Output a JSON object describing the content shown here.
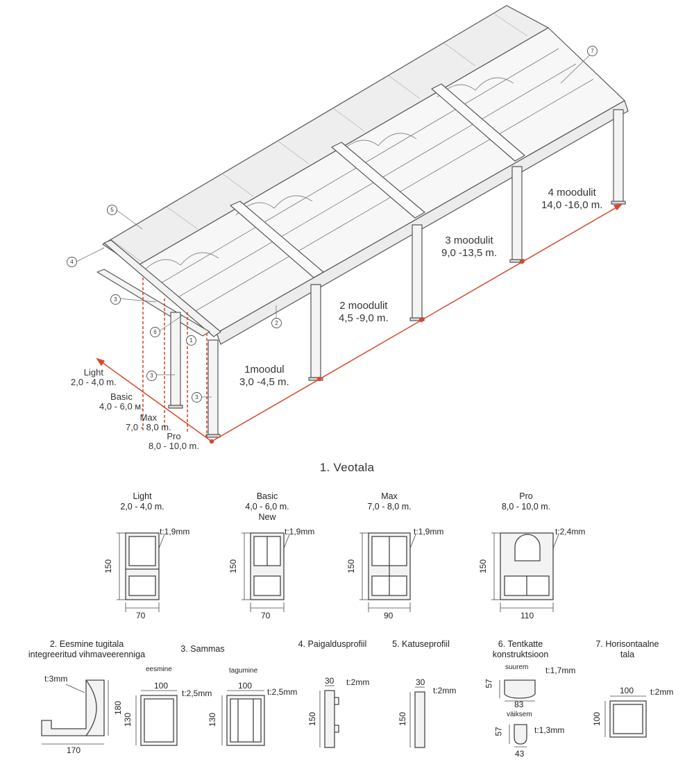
{
  "title": "1. Veotala",
  "modules": [
    {
      "name": "1moodul",
      "range": "3,0 -4,5 m."
    },
    {
      "name": "2 moodulit",
      "range": "4,5 -9,0 m."
    },
    {
      "name": "3 moodulit",
      "range": "9,0 -13,5 m."
    },
    {
      "name": "4 moodulit",
      "range": "14,0 -16,0 m."
    }
  ],
  "depth_classes": [
    {
      "name": "Light",
      "range": "2,0 - 4,0 m."
    },
    {
      "name": "Basic",
      "range": "4,0 - 6,0 м."
    },
    {
      "name": "Max",
      "range": "7,0 - 8,0 m."
    },
    {
      "name": "Pro",
      "range": "8,0 - 10,0 m."
    }
  ],
  "callouts": [
    "1",
    "2",
    "3",
    "4",
    "5",
    "6",
    "7"
  ],
  "beams": [
    {
      "name": "Light",
      "range": "2,0 - 4,0 m.",
      "extra": "",
      "thickness": "t:1,9mm",
      "height": "150",
      "width": "70"
    },
    {
      "name": "Basic",
      "range": "4,0 - 6,0 m.",
      "extra": "New",
      "thickness": "t:1,9mm",
      "height": "150",
      "width": "70"
    },
    {
      "name": "Max",
      "range": "7,0 - 8,0 m.",
      "extra": "",
      "thickness": "t:1,9mm",
      "height": "150",
      "width": "90"
    },
    {
      "name": "Pro",
      "range": "8,0 - 10,0 m.",
      "extra": "",
      "thickness": "t:2,4mm",
      "height": "150",
      "width": "110"
    }
  ],
  "profiles": {
    "front": {
      "title_1": "2. Eesmine tugitala",
      "title_2": "integreeritud vihmaveerenniga",
      "thickness": "t:3mm",
      "height": "180",
      "width": "170"
    },
    "post": {
      "title": "3. Sammas",
      "front_label": "eesmine",
      "front_width": "100",
      "front_thickness": "t:2,5mm",
      "front_height": "130",
      "rear_label": "tagumine",
      "rear_width": "100",
      "rear_thickness": "t:2,5mm",
      "rear_height": "130"
    },
    "mount": {
      "title": "4. Paigaldusprofiil",
      "width": "30",
      "thickness": "t:2mm",
      "height": "150"
    },
    "roof": {
      "title": "5. Katuseprofiil",
      "width": "30",
      "thickness": "t:2mm",
      "height": "150"
    },
    "tent": {
      "title_1": "6. Tentkatte",
      "title_2": "konstruktsioon",
      "big_label": "suurem",
      "big_thickness": "t:1,7mm",
      "big_height": "57",
      "big_width": "83",
      "small_label": "väiksem",
      "small_thickness": "t:1,3mm",
      "small_height": "57",
      "small_width": "43"
    },
    "horizontal": {
      "title_1": "7.  Horisontaalne",
      "title_2": "tala",
      "width": "100",
      "thickness": "t:2mm",
      "height": "100"
    }
  },
  "colors": {
    "line": "#555555",
    "accent": "#d9482b",
    "text": "#333333"
  }
}
